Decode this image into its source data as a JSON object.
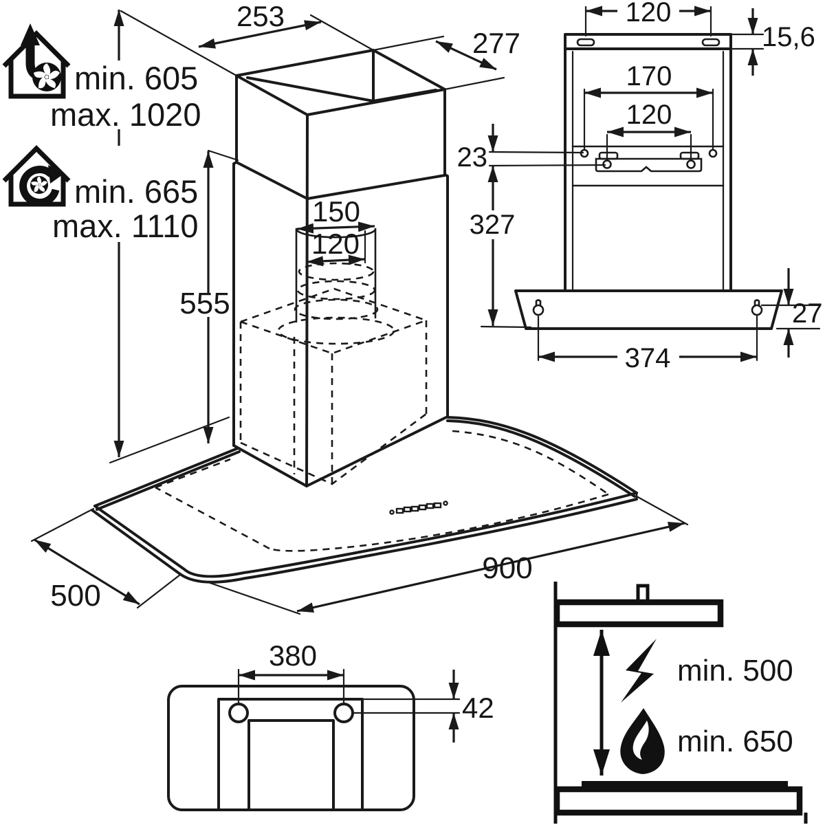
{
  "modes": {
    "exhaust": {
      "min": "min. 605",
      "max": "max. 1020"
    },
    "recirculation": {
      "min": "min. 665",
      "max": "max. 1110"
    }
  },
  "iso": {
    "chimney_top_width": "253",
    "chimney_top_depth": "277",
    "spigot_outer": "150",
    "spigot_inner": "120",
    "chimney_section_height": "555",
    "hood_width": "900",
    "hood_depth": "500"
  },
  "rear": {
    "slot_spacing": "120",
    "rail_height": "15,6",
    "outer_hole_spacing": "170",
    "bracket_hole_spacing": "120",
    "hole_row_offset": "23",
    "bracket_to_canopy": "327",
    "keyhole_spacing": "374",
    "keyhole_offset": "27"
  },
  "front": {
    "stud_spacing": "380",
    "stud_offset": "42"
  },
  "clearance": {
    "electric_min": "min. 500",
    "gas_min": "min. 650"
  },
  "colors": {
    "ink": "#1a1a1a",
    "bg": "#ffffff"
  }
}
